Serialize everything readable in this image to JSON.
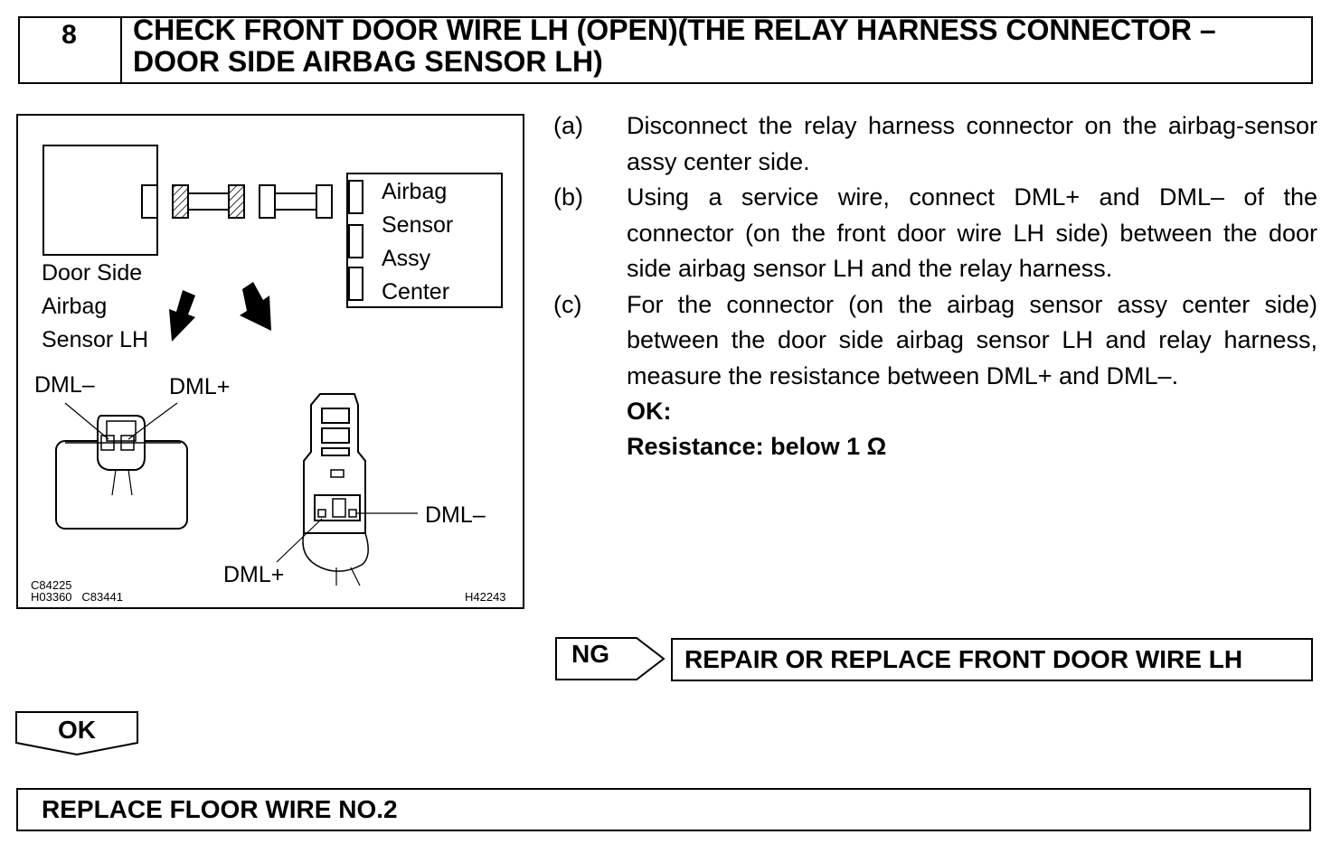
{
  "step": {
    "number": "8",
    "title_line1": "CHECK FRONT DOOR WIRE LH (OPEN)(THE RELAY HARNESS CONNECTOR –",
    "title_line2": "DOOR SIDE AIRBAG SENSOR LH)"
  },
  "figure": {
    "door_sensor_label": [
      "Door Side",
      "Airbag",
      "Sensor LH"
    ],
    "center_sensor_label": [
      "Airbag",
      "Sensor",
      "Assy",
      "Center"
    ],
    "left_connector": {
      "minus": "DML–",
      "plus": "DML+"
    },
    "right_connector": {
      "minus": "DML–",
      "plus": "DML+"
    },
    "codes_left": [
      "C84225",
      "H03360",
      "C83441"
    ],
    "code_right": "H42243"
  },
  "instructions": [
    {
      "mark": "(a)",
      "text": "Disconnect the relay harness connector on the airbag-sensor assy center side."
    },
    {
      "mark": "(b)",
      "text": "Using a service wire, connect DML+ and DML– of the connector (on the front door wire LH side) between the door side airbag sensor LH and the relay harness."
    },
    {
      "mark": "(c)",
      "text": "For the connector (on the airbag sensor assy center side) between the door side airbag sensor LH and relay harness, measure the resistance between DML+ and DML–."
    }
  ],
  "ok_condition": {
    "label": "OK:",
    "text": "Resistance: below 1 Ω"
  },
  "ng_path": {
    "label": "NG",
    "action": "REPAIR OR REPLACE FRONT DOOR WIRE LH"
  },
  "ok_path": {
    "label": "OK",
    "action": "REPLACE FLOOR WIRE NO.2"
  }
}
